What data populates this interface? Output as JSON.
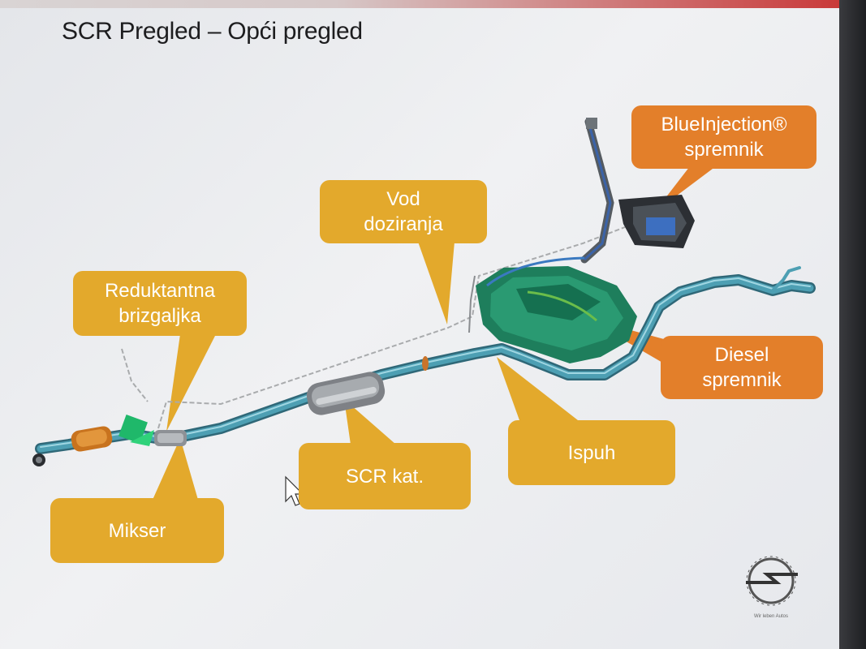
{
  "title": "SCR Pregled – Opći pregled",
  "colors": {
    "callout_yellow": "#e3a92c",
    "callout_orange": "#e37f2a",
    "exhaust_pipe": "#4d9fb3",
    "tank_green": "#1e7e5c"
  },
  "callouts": {
    "blueinjection": "BlueInjection®\nspremnik",
    "vod": "Vod\ndoziranja",
    "reduktantna": "Reduktantna\nbrizgaljka",
    "diesel": "Diesel\nspremnik",
    "ispuh": "Ispuh",
    "scr": "SCR kat.",
    "mikser": "Mikser"
  },
  "logo": {
    "icon": "opel-logo-icon",
    "tagline": "Wir leben Autos"
  }
}
